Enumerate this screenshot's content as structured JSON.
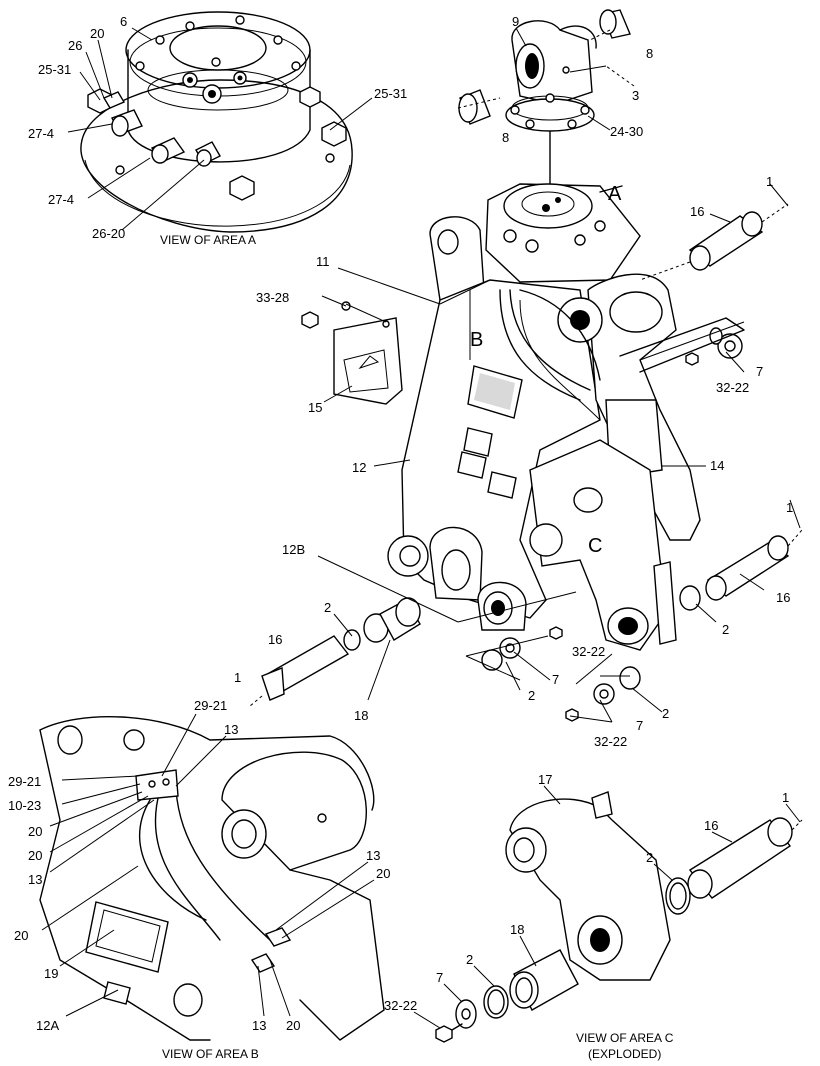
{
  "views": {
    "area_a": "VIEW OF AREA A",
    "area_b": "VIEW OF AREA B",
    "area_c_line1": "VIEW OF AREA C",
    "area_c_line2": "(EXPLODED)"
  },
  "area_letters": {
    "a": "A",
    "b": "B",
    "c": "C"
  },
  "callouts": [
    "6",
    "20",
    "26",
    "25-31",
    "25-31",
    "27-4",
    "27-4",
    "26-20",
    "9",
    "8",
    "3",
    "8",
    "24-30",
    "1",
    "16",
    "11",
    "33-28",
    "15",
    "12",
    "7",
    "32-22",
    "14",
    "1",
    "12B",
    "16",
    "2",
    "16",
    "1",
    "18",
    "2",
    "7",
    "32-22",
    "2",
    "2",
    "32-22",
    "7",
    "29-21",
    "13",
    "29-21",
    "10-23",
    "20",
    "20",
    "13",
    "13",
    "20",
    "20",
    "19",
    "12A",
    "13",
    "20",
    "17",
    "1",
    "16",
    "2",
    "18",
    "2",
    "7",
    "32-22"
  ]
}
